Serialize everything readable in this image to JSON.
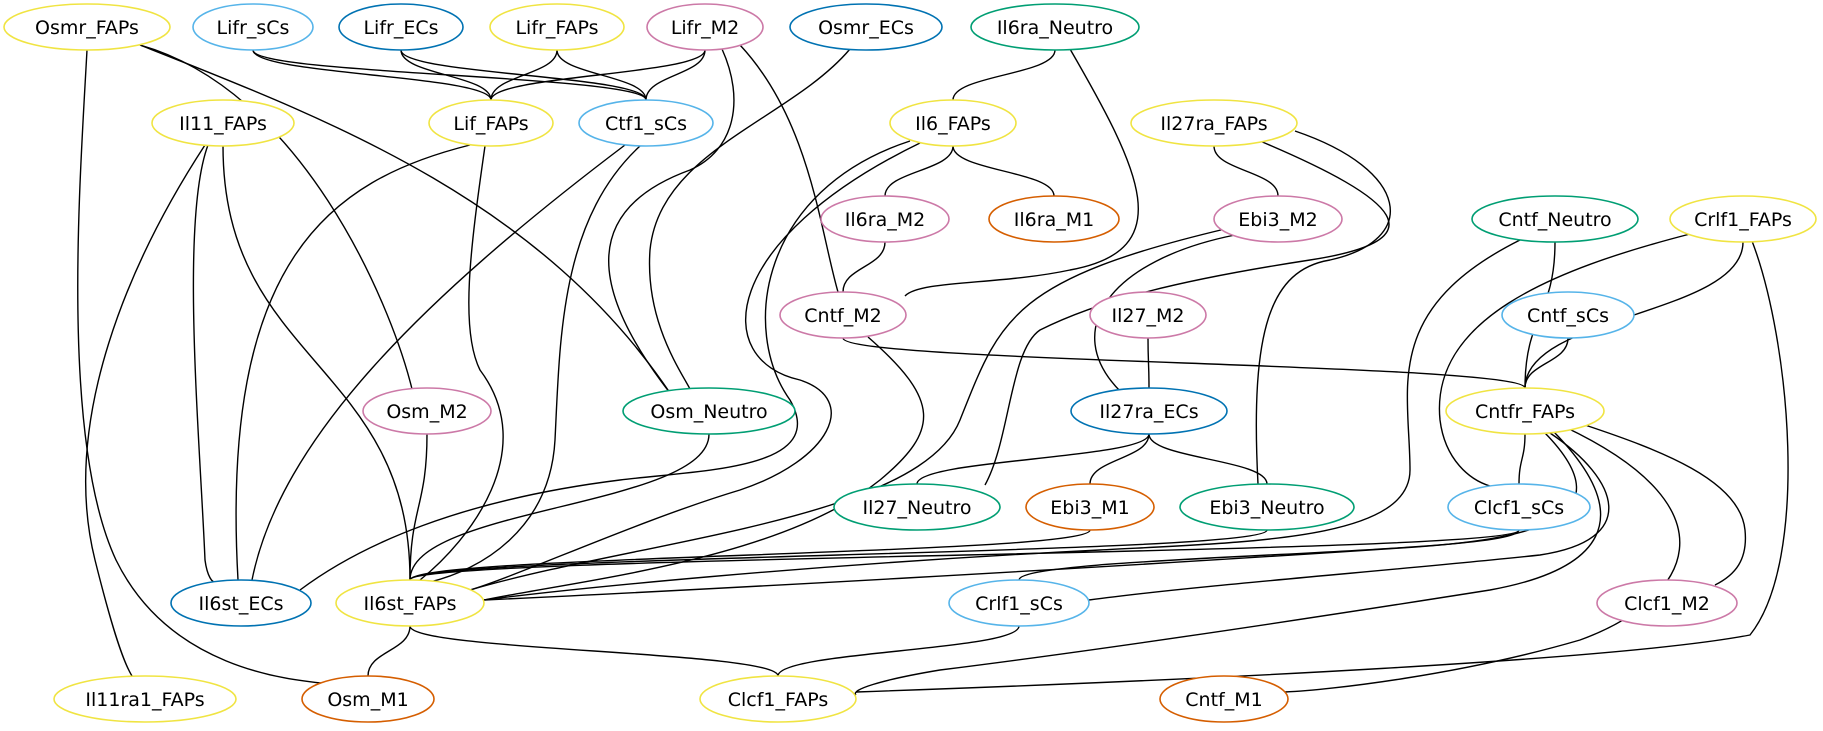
{
  "colors": {
    "FAPs": "#f0e442",
    "ECs": "#0072b2",
    "sCs": "#56b4e9",
    "M2": "#cc79a7",
    "M1": "#d55e00",
    "Neutro": "#009e73"
  },
  "nodes": [
    {
      "id": "Osmr_FAPs",
      "label": "Osmr_FAPs",
      "group": "FAPs"
    },
    {
      "id": "Lifr_sCs",
      "label": "Lifr_sCs",
      "group": "sCs"
    },
    {
      "id": "Lifr_ECs",
      "label": "Lifr_ECs",
      "group": "ECs"
    },
    {
      "id": "Lifr_FAPs",
      "label": "Lifr_FAPs",
      "group": "FAPs"
    },
    {
      "id": "Lifr_M2",
      "label": "Lifr_M2",
      "group": "M2"
    },
    {
      "id": "Osmr_ECs",
      "label": "Osmr_ECs",
      "group": "ECs"
    },
    {
      "id": "Il6ra_Neutro",
      "label": "Il6ra_Neutro",
      "group": "Neutro"
    },
    {
      "id": "Il11_FAPs",
      "label": "Il11_FAPs",
      "group": "FAPs"
    },
    {
      "id": "Lif_FAPs",
      "label": "Lif_FAPs",
      "group": "FAPs"
    },
    {
      "id": "Ctf1_sCs",
      "label": "Ctf1_sCs",
      "group": "sCs"
    },
    {
      "id": "Il6_FAPs",
      "label": "Il6_FAPs",
      "group": "FAPs"
    },
    {
      "id": "Il27ra_FAPs",
      "label": "Il27ra_FAPs",
      "group": "FAPs"
    },
    {
      "id": "Il6ra_M2",
      "label": "Il6ra_M2",
      "group": "M2"
    },
    {
      "id": "Il6ra_M1",
      "label": "Il6ra_M1",
      "group": "M1"
    },
    {
      "id": "Ebi3_M2",
      "label": "Ebi3_M2",
      "group": "M2"
    },
    {
      "id": "Cntf_Neutro",
      "label": "Cntf_Neutro",
      "group": "Neutro"
    },
    {
      "id": "Crlf1_FAPs",
      "label": "Crlf1_FAPs",
      "group": "FAPs"
    },
    {
      "id": "Cntf_M2",
      "label": "Cntf_M2",
      "group": "M2"
    },
    {
      "id": "Il27_M2",
      "label": "Il27_M2",
      "group": "M2"
    },
    {
      "id": "Cntf_sCs",
      "label": "Cntf_sCs",
      "group": "sCs"
    },
    {
      "id": "Osm_M2",
      "label": "Osm_M2",
      "group": "M2"
    },
    {
      "id": "Osm_Neutro",
      "label": "Osm_Neutro",
      "group": "Neutro"
    },
    {
      "id": "Il27ra_ECs",
      "label": "Il27ra_ECs",
      "group": "ECs"
    },
    {
      "id": "Cntfr_FAPs",
      "label": "Cntfr_FAPs",
      "group": "FAPs"
    },
    {
      "id": "Il27_Neutro",
      "label": "Il27_Neutro",
      "group": "Neutro"
    },
    {
      "id": "Ebi3_M1",
      "label": "Ebi3_M1",
      "group": "M1"
    },
    {
      "id": "Ebi3_Neutro",
      "label": "Ebi3_Neutro",
      "group": "Neutro"
    },
    {
      "id": "Clcf1_sCs",
      "label": "Clcf1_sCs",
      "group": "sCs"
    },
    {
      "id": "Il6st_ECs",
      "label": "Il6st_ECs",
      "group": "ECs"
    },
    {
      "id": "Il6st_FAPs",
      "label": "Il6st_FAPs",
      "group": "FAPs"
    },
    {
      "id": "Crlf1_sCs",
      "label": "Crlf1_sCs",
      "group": "sCs"
    },
    {
      "id": "Clcf1_M2",
      "label": "Clcf1_M2",
      "group": "M2"
    },
    {
      "id": "Il11ra1_FAPs",
      "label": "Il11ra1_FAPs",
      "group": "FAPs"
    },
    {
      "id": "Osm_M1",
      "label": "Osm_M1",
      "group": "M1"
    },
    {
      "id": "Clcf1_FAPs",
      "label": "Clcf1_FAPs",
      "group": "FAPs"
    },
    {
      "id": "Cntf_M1",
      "label": "Cntf_M1",
      "group": "M1"
    }
  ],
  "edges": [
    [
      "Osmr_FAPs",
      "Osm_M2"
    ],
    [
      "Osmr_FAPs",
      "Osm_Neutro"
    ],
    [
      "Osmr_FAPs",
      "Osm_M1"
    ],
    [
      "Lifr_sCs",
      "Lif_FAPs"
    ],
    [
      "Lifr_sCs",
      "Ctf1_sCs"
    ],
    [
      "Lifr_ECs",
      "Lif_FAPs"
    ],
    [
      "Lifr_ECs",
      "Ctf1_sCs"
    ],
    [
      "Lifr_FAPs",
      "Lif_FAPs"
    ],
    [
      "Lifr_FAPs",
      "Ctf1_sCs"
    ],
    [
      "Lifr_M2",
      "Lif_FAPs"
    ],
    [
      "Lifr_M2",
      "Ctf1_sCs"
    ],
    [
      "Lifr_M2",
      "Osm_Neutro"
    ],
    [
      "Lifr_M2",
      "Cntf_M2"
    ],
    [
      "Osmr_ECs",
      "Osm_Neutro"
    ],
    [
      "Il6ra_Neutro",
      "Il6_FAPs"
    ],
    [
      "Il6ra_Neutro",
      "Cntf_M2"
    ],
    [
      "Il11_FAPs",
      "Il6st_ECs"
    ],
    [
      "Il11_FAPs",
      "Il6st_FAPs"
    ],
    [
      "Il11_FAPs",
      "Il11ra1_FAPs"
    ],
    [
      "Lif_FAPs",
      "Il6st_ECs"
    ],
    [
      "Lif_FAPs",
      "Il6st_FAPs"
    ],
    [
      "Ctf1_sCs",
      "Il6st_ECs"
    ],
    [
      "Ctf1_sCs",
      "Il6st_FAPs"
    ],
    [
      "Il6_FAPs",
      "Il6ra_M2"
    ],
    [
      "Il6_FAPs",
      "Il6ra_M1"
    ],
    [
      "Il6_FAPs",
      "Il6st_ECs"
    ],
    [
      "Il6_FAPs",
      "Il6st_FAPs"
    ],
    [
      "Il6ra_M2",
      "Cntf_M2"
    ],
    [
      "Il27ra_FAPs",
      "Ebi3_M2"
    ],
    [
      "Il27ra_FAPs",
      "Il27_Neutro"
    ],
    [
      "Il27ra_FAPs",
      "Ebi3_Neutro"
    ],
    [
      "Ebi3_M2",
      "Il27ra_ECs"
    ],
    [
      "Ebi3_M2",
      "Il6st_FAPs"
    ],
    [
      "Cntf_Neutro",
      "Cntfr_FAPs"
    ],
    [
      "Cntf_Neutro",
      "Il6st_FAPs"
    ],
    [
      "Crlf1_FAPs",
      "Cntfr_FAPs"
    ],
    [
      "Crlf1_FAPs",
      "Clcf1_sCs"
    ],
    [
      "Crlf1_FAPs",
      "Clcf1_FAPs"
    ],
    [
      "Cntf_M2",
      "Cntfr_FAPs"
    ],
    [
      "Cntf_M2",
      "Il6st_FAPs"
    ],
    [
      "Il27_M2",
      "Il27ra_ECs"
    ],
    [
      "Cntf_sCs",
      "Cntfr_FAPs"
    ],
    [
      "Osm_M2",
      "Il6st_FAPs"
    ],
    [
      "Osm_Neutro",
      "Il6st_FAPs"
    ],
    [
      "Il27ra_ECs",
      "Il27_Neutro"
    ],
    [
      "Il27ra_ECs",
      "Ebi3_M1"
    ],
    [
      "Il27ra_ECs",
      "Ebi3_Neutro"
    ],
    [
      "Cntfr_FAPs",
      "Clcf1_sCs"
    ],
    [
      "Cntfr_FAPs",
      "Il6st_FAPs"
    ],
    [
      "Cntfr_FAPs",
      "Crlf1_sCs"
    ],
    [
      "Cntfr_FAPs",
      "Clcf1_FAPs"
    ],
    [
      "Cntfr_FAPs",
      "Cntf_M1"
    ],
    [
      "Cntfr_FAPs",
      "Clcf1_M2"
    ],
    [
      "Ebi3_M1",
      "Il6st_FAPs"
    ],
    [
      "Ebi3_Neutro",
      "Il6st_FAPs"
    ],
    [
      "Clcf1_sCs",
      "Il6st_FAPs"
    ],
    [
      "Clcf1_sCs",
      "Crlf1_sCs"
    ],
    [
      "Il6st_FAPs",
      "Osm_M1"
    ],
    [
      "Il6st_FAPs",
      "Clcf1_FAPs"
    ],
    [
      "Crlf1_sCs",
      "Clcf1_FAPs"
    ]
  ]
}
